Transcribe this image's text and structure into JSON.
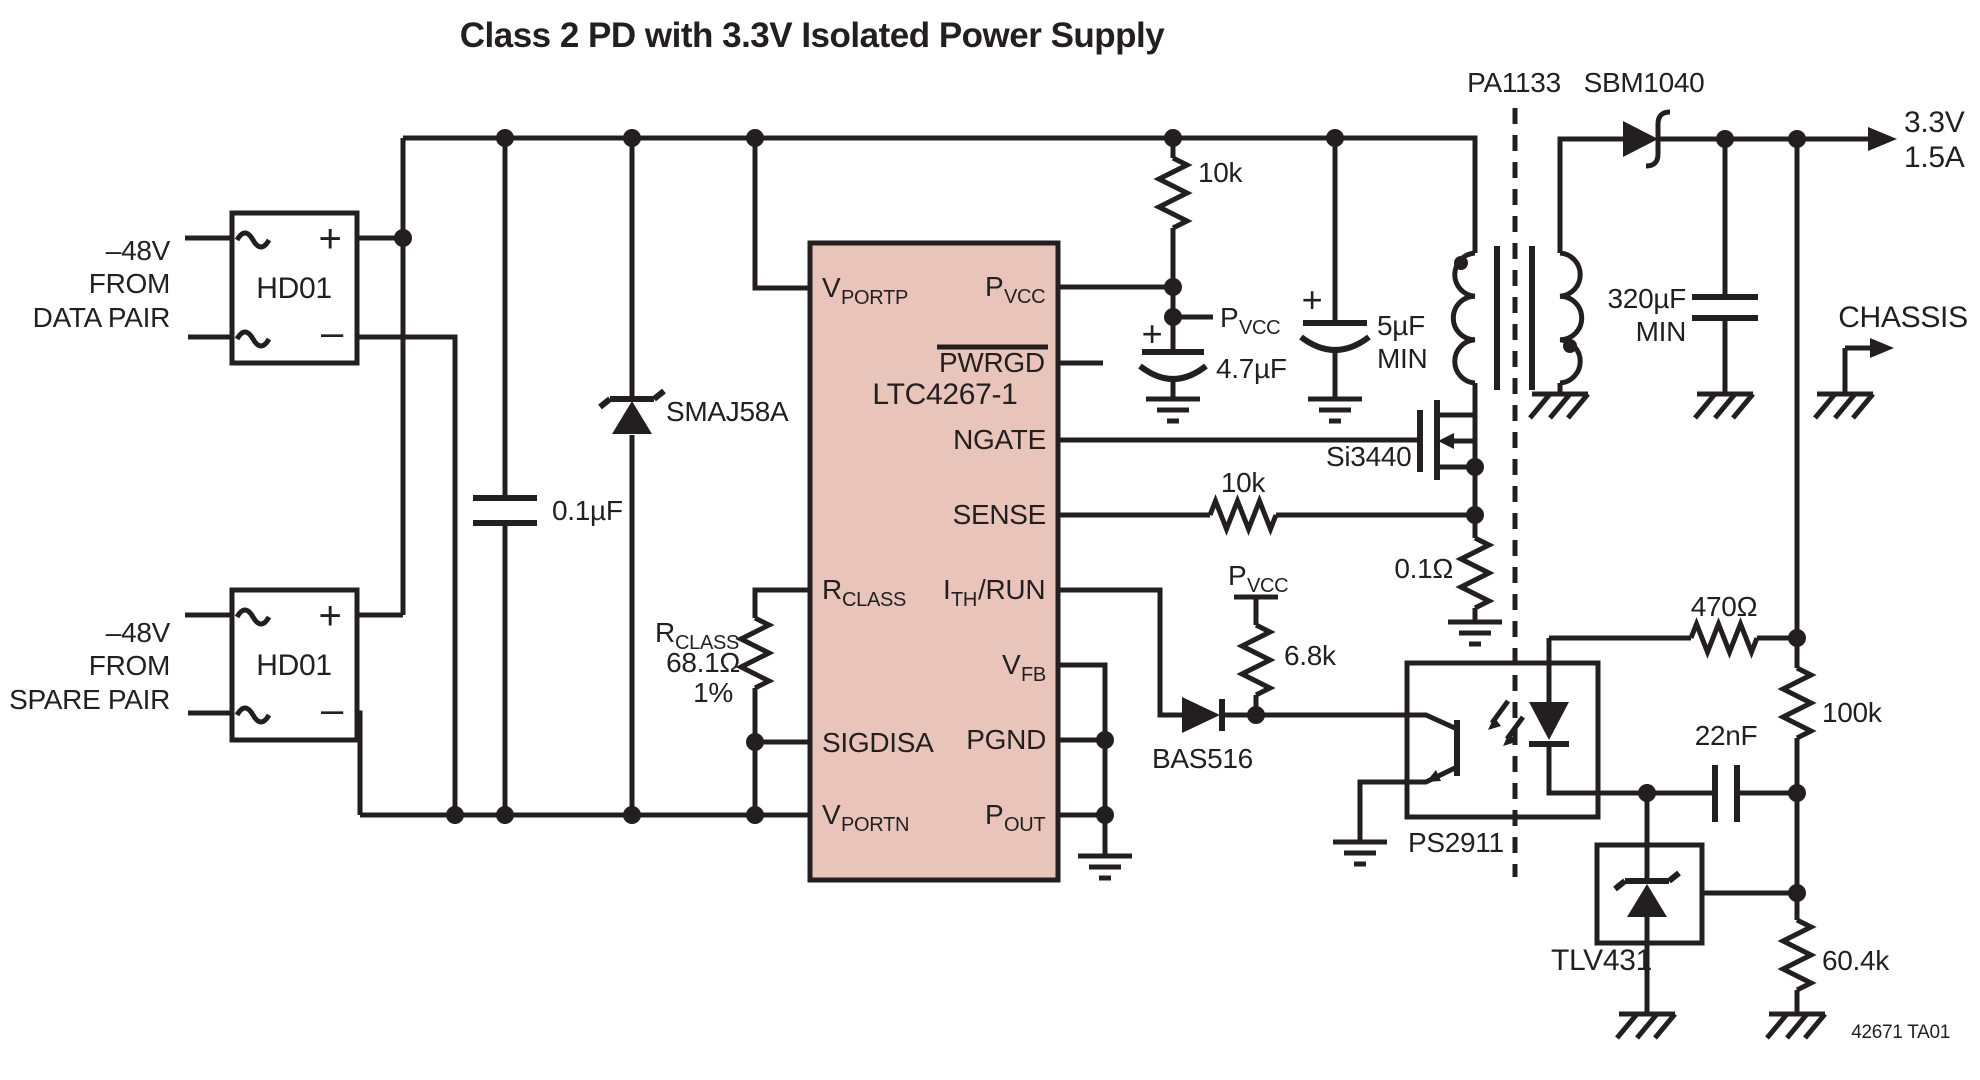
{
  "title": "Class 2 PD with 3.3V Isolated Power Supply",
  "symbols": {
    "plus": "+",
    "minus": "–"
  },
  "inputs": {
    "data_pair": {
      "line1": "–48V",
      "line2": "FROM",
      "line3": "DATA PAIR"
    },
    "spare_pair": {
      "line1": "–48V",
      "line2": "FROM",
      "line3": "SPARE PAIR"
    }
  },
  "bridge": {
    "name": "HD01"
  },
  "chip": {
    "name": "LTC4267-1",
    "pins": {
      "vportp": {
        "main": "V",
        "sub": "PORTP"
      },
      "rclass": {
        "main": "R",
        "sub": "CLASS"
      },
      "sigdisa": "SIGDISA",
      "vportn": {
        "main": "V",
        "sub": "PORTN"
      },
      "pvcc": {
        "main": "P",
        "sub": "VCC"
      },
      "pwrgd": "PWRGD",
      "ngate": "NGATE",
      "sense": "SENSE",
      "ith_run": {
        "main": "I",
        "sub": "TH",
        "rest": "/RUN"
      },
      "vfb": {
        "main": "V",
        "sub": "FB"
      },
      "pgnd": "PGND",
      "pout": {
        "main": "P",
        "sub": "OUT"
      }
    }
  },
  "nets": {
    "pvcc": {
      "main": "P",
      "sub": "VCC"
    }
  },
  "components": {
    "tvs": "SMAJ58A",
    "input_cap": "0.1µF",
    "rclass_label": {
      "main": "R",
      "sub": "CLASS"
    },
    "rclass_value": "68.1Ω",
    "rclass_tol": "1%",
    "pvcc_pullup_r": "10k",
    "pvcc_cap": "4.7µF",
    "cap_5uf": {
      "line1": "5µF",
      "line2": "MIN"
    },
    "transformer": "PA1133",
    "output_diode": "SBM1040",
    "output_cap": {
      "line1": "320µF",
      "line2": "MIN"
    },
    "mosfet": "Si3440",
    "sense_r": "10k",
    "shunt_r": "0.1Ω",
    "blocking_diode": "BAS516",
    "ith_pullup_r": "6.8k",
    "opto": "PS2911",
    "opto_r": "470Ω",
    "divider_top_r": "100k",
    "comp_cap": "22nF",
    "shunt_reg": "TLV431",
    "divider_bottom_r": "60.4k"
  },
  "output": {
    "voltage": "3.3V",
    "current": "1.5A",
    "chassis": "CHASSIS"
  },
  "footer": "42671 TA01"
}
